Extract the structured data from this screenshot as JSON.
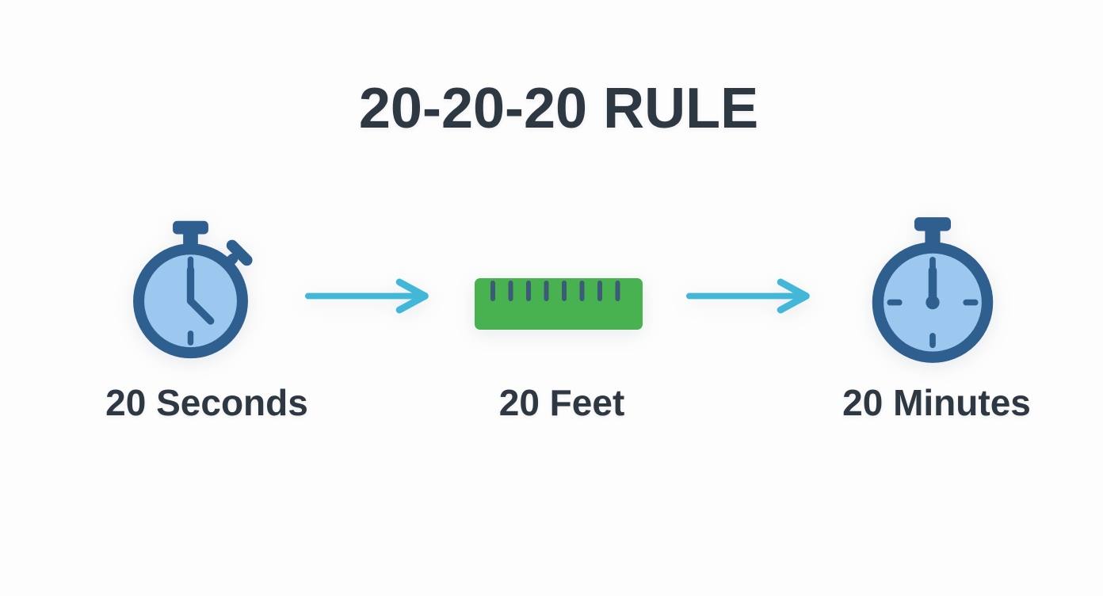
{
  "title": "20-20-20 RULE",
  "steps": [
    {
      "label": "20 Seconds",
      "icon": "stopwatch-icon"
    },
    {
      "label": "20 Feet",
      "icon": "ruler-icon"
    },
    {
      "label": "20 Minutes",
      "icon": "stopwatch-icon"
    }
  ],
  "connectors": [
    {
      "icon": "arrow-right-icon"
    },
    {
      "icon": "arrow-right-icon"
    }
  ],
  "colors": {
    "background": "#fdfdfd",
    "title_text": "#2e3842",
    "label_text": "#2e3842",
    "stopwatch_ring": "#2f5f8f",
    "stopwatch_face": "#9cc8ef",
    "ruler_body": "#47b24f",
    "ruler_tick": "#3d5a78",
    "arrow": "#42b7d8"
  }
}
